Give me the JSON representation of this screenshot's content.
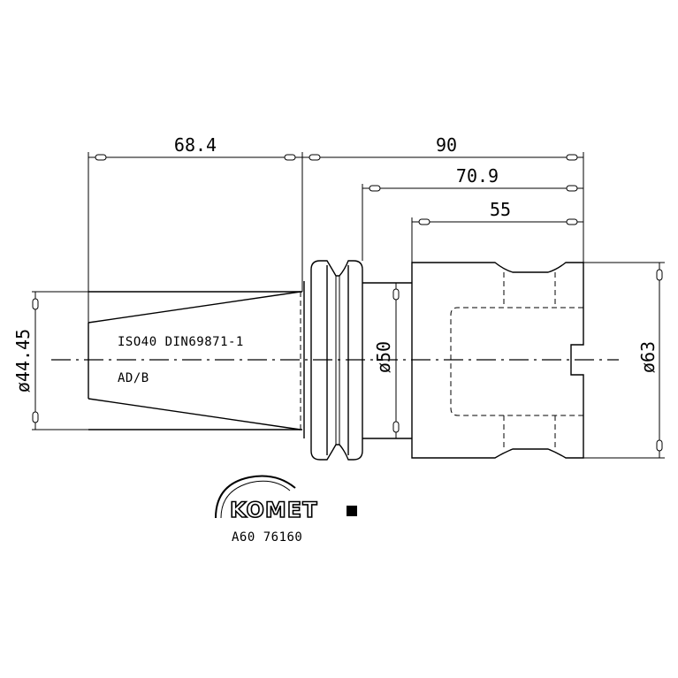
{
  "dimensions": {
    "overall_length": "68.4",
    "total_length": "90",
    "length_2": "70.9",
    "length_3": "55",
    "taper_diameter": "ø44.45",
    "shank_diameter": "ø50",
    "body_diameter": "ø63"
  },
  "notes": {
    "standard": "ISO40 DIN69871-1",
    "form": "AD/B"
  },
  "brand": {
    "name": "KOMET",
    "part_number": "A60 76160"
  }
}
